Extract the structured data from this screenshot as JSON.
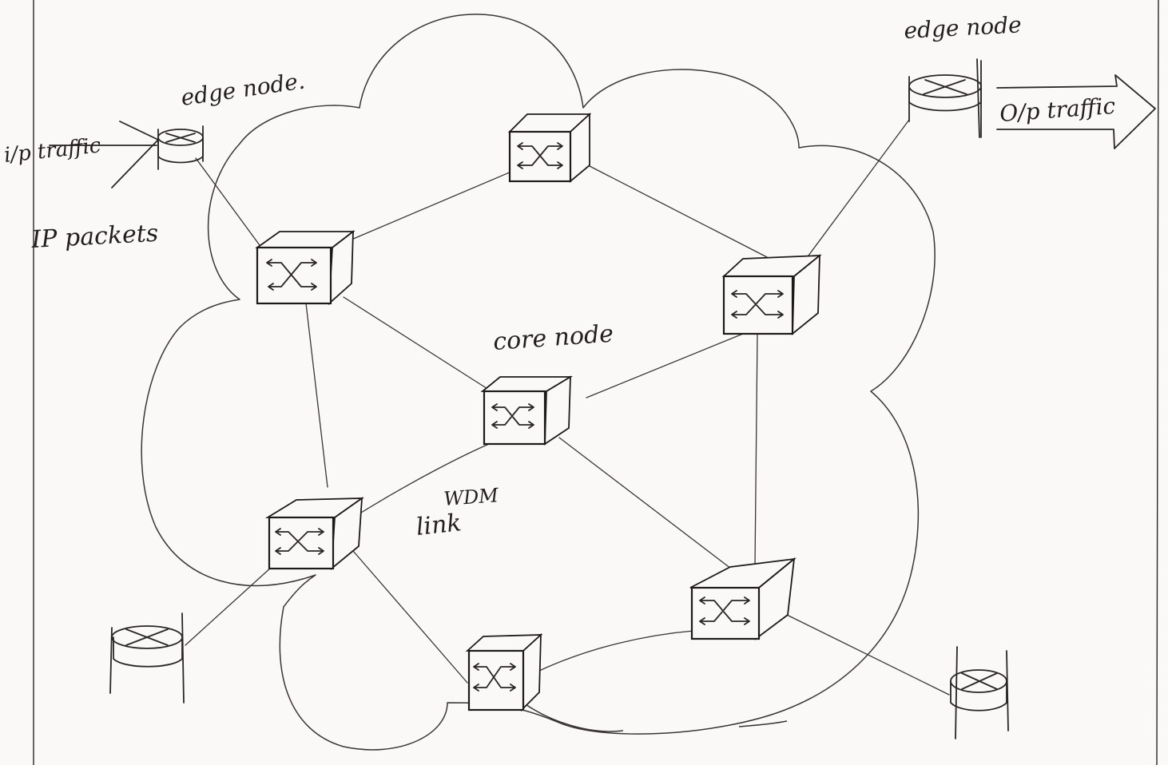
{
  "labels": {
    "edge_node_left": "edge node.",
    "edge_node_right": "edge node",
    "input_traffic": "i/p traffic",
    "ip_packets": "IP packets",
    "output_traffic": "O/p traffic",
    "core_node": "core node",
    "wdm_link_line1": "WDM",
    "wdm_link_line2": "link"
  },
  "icons": {
    "router": "router-cylinder-icon",
    "switch": "optical-switch-cube-icon"
  }
}
